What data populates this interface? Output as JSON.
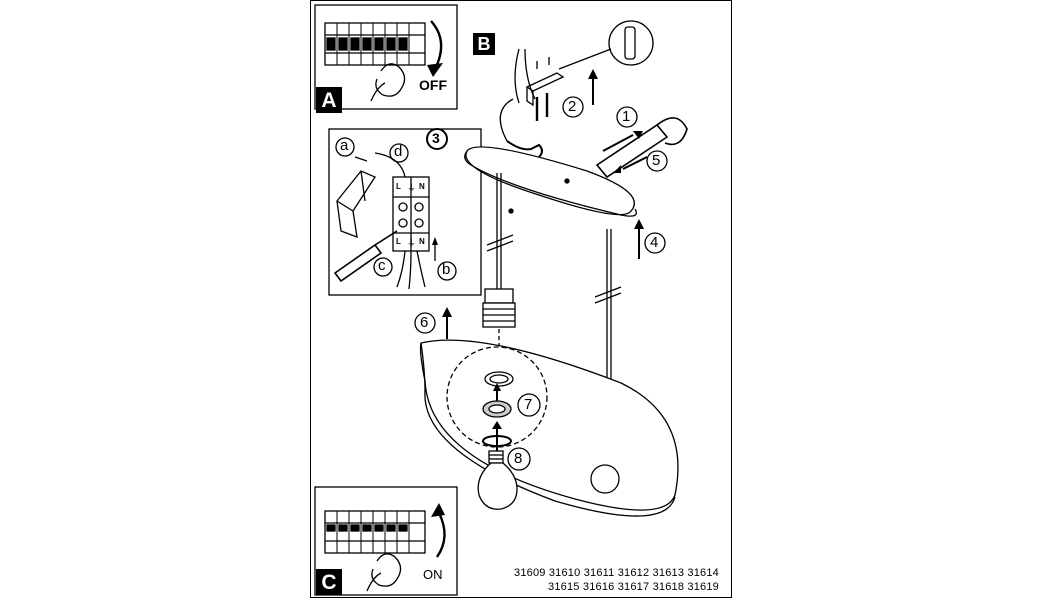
{
  "colors": {
    "ink": "#000000",
    "paper": "#ffffff",
    "shade": "#cccccc"
  },
  "panel_a": {
    "letter": "A",
    "action": "OFF"
  },
  "panel_b": {
    "letter": "B"
  },
  "panel_c": {
    "letter": "C",
    "action": "ON"
  },
  "wiring": {
    "step": "3",
    "parts": {
      "a": "a",
      "b": "b",
      "c": "c",
      "d": "d"
    },
    "terminal_top": [
      "L",
      "⏚",
      "N"
    ],
    "terminal_bottom": [
      "L",
      "⏚",
      "N"
    ]
  },
  "steps": {
    "s1": "1",
    "s2": "2",
    "s4": "4",
    "s5": "5",
    "s6": "6",
    "s7": "7",
    "s8": "8"
  },
  "product_codes": {
    "line1": "31609 31610 31611 31612 31613 31614",
    "line2": "31615 31616 31617 31618 31619"
  },
  "icons": [
    "breaker-switch-icon",
    "hand-icon",
    "screwdriver-icon",
    "bulb-icon",
    "rotate-arrow-icon"
  ]
}
